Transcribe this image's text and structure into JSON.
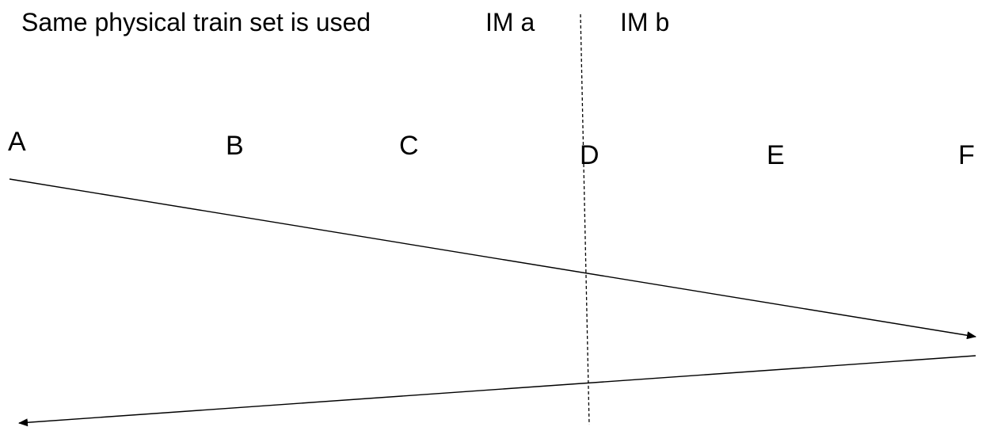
{
  "header": {
    "title": "Same physical train set is used",
    "im_left": "IM a",
    "im_right": "IM b"
  },
  "stations": [
    "A",
    "B",
    "C",
    "D",
    "E",
    "F"
  ],
  "colors": {
    "line": "#000000",
    "background": "#ffffff"
  }
}
